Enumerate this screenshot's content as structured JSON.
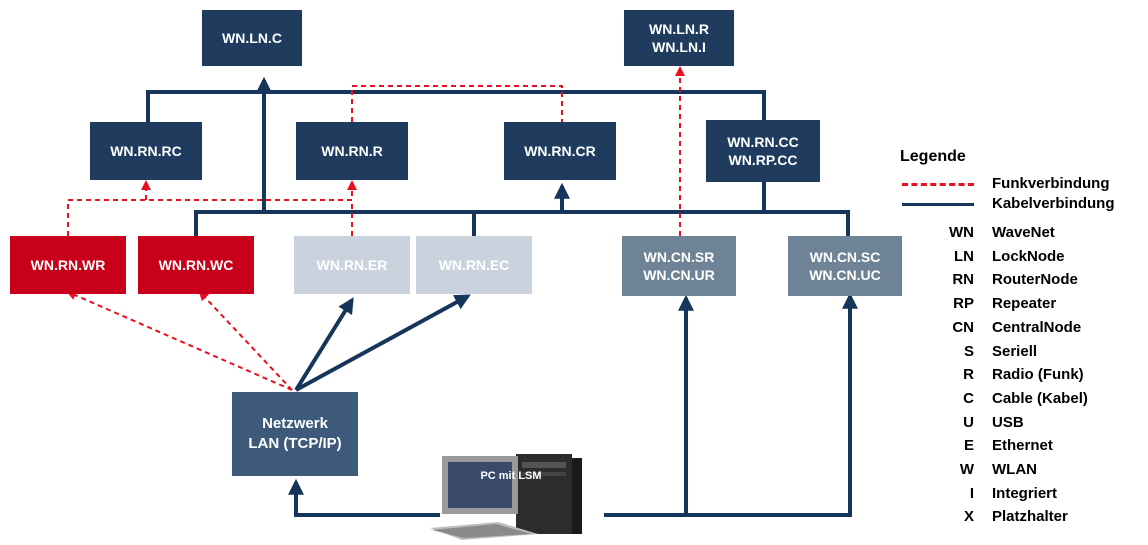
{
  "nodes": {
    "ln_c": [
      "WN.LN.C"
    ],
    "ln_r": [
      "WN.LN.R",
      "WN.LN.I"
    ],
    "rn_rc": [
      "WN.RN.RC"
    ],
    "rn_r": [
      "WN.RN.R"
    ],
    "rn_cr": [
      "WN.RN.CR"
    ],
    "rn_cc": [
      "WN.RN.CC",
      "WN.RP.CC"
    ],
    "rn_wr": [
      "WN.RN.WR"
    ],
    "rn_wc": [
      "WN.RN.WC"
    ],
    "rn_er": [
      "WN.RN.ER"
    ],
    "rn_ec": [
      "WN.RN.EC"
    ],
    "cn_sr": [
      "WN.CN.SR",
      "WN.CN.UR"
    ],
    "cn_sc": [
      "WN.CN.SC",
      "WN.CN.UC"
    ],
    "network": [
      "Netzwerk",
      "LAN (TCP/IP)"
    ]
  },
  "pc": {
    "label": "PC mit LSM"
  },
  "legend": {
    "title": "Legende",
    "radio_label": "Funkverbindung",
    "cable_label": "Kabelverbindung",
    "abbreviations": [
      {
        "key": "WN",
        "value": "WaveNet"
      },
      {
        "key": "LN",
        "value": "LockNode"
      },
      {
        "key": "RN",
        "value": "RouterNode"
      },
      {
        "key": "RP",
        "value": "Repeater"
      },
      {
        "key": "CN",
        "value": "CentralNode"
      },
      {
        "key": "S",
        "value": "Seriell"
      },
      {
        "key": "R",
        "value": "Radio (Funk)"
      },
      {
        "key": "C",
        "value": "Cable (Kabel)"
      },
      {
        "key": "U",
        "value": "USB"
      },
      {
        "key": "E",
        "value": "Ethernet"
      },
      {
        "key": "W",
        "value": "WLAN"
      },
      {
        "key": "I",
        "value": "Integriert"
      },
      {
        "key": "X",
        "value": "Platzhalter"
      }
    ]
  },
  "colors": {
    "cable": "#15355a",
    "radio": "#e8101e",
    "navy": "#1f3c5e",
    "slate": "#3d5a7b",
    "red": "#c8001a",
    "pale": "#cad3dd",
    "steel": "#6f8396"
  }
}
